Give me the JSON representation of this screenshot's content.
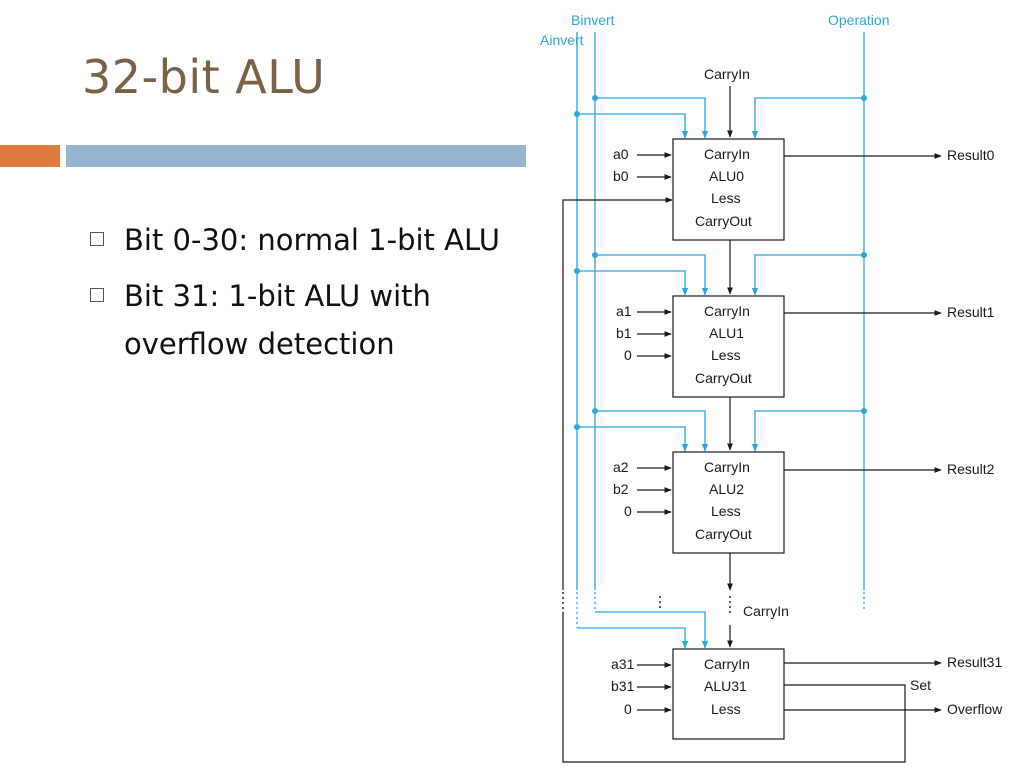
{
  "slide": {
    "title": "32-bit ALU",
    "bullets": [
      "Bit 0-30: normal 1-bit ALU",
      "Bit 31: 1-bit ALU with overflow detection"
    ]
  },
  "diagram": {
    "control_labels": {
      "binvert": "Binvert",
      "ainvert": "Ainvert",
      "operation": "Operation",
      "carry_in_top": "CarryIn",
      "carry_in_31": "CarryIn"
    },
    "alus": [
      {
        "name": "ALU0",
        "inputs": [
          "a0",
          "b0"
        ],
        "lines": [
          "CarryIn",
          "ALU0",
          "Less",
          "CarryOut"
        ],
        "result": "Result0"
      },
      {
        "name": "ALU1",
        "inputs": [
          "a1",
          "b1",
          "0"
        ],
        "lines": [
          "CarryIn",
          "ALU1",
          "Less",
          "CarryOut"
        ],
        "result": "Result1"
      },
      {
        "name": "ALU2",
        "inputs": [
          "a2",
          "b2",
          "0"
        ],
        "lines": [
          "CarryIn",
          "ALU2",
          "Less",
          "CarryOut"
        ],
        "result": "Result2"
      },
      {
        "name": "ALU31",
        "inputs": [
          "a31",
          "b31",
          "0"
        ],
        "lines": [
          "CarryIn",
          "ALU31",
          "Less"
        ],
        "result": "Result31"
      }
    ],
    "set_label": "Set",
    "overflow_label": "Overflow"
  },
  "colors": {
    "title": "#7a6246",
    "accent_orange": "#e07c3e",
    "accent_blue": "#94b6d2",
    "control_line": "#2aa7dd",
    "wire": "#1a1a1a"
  }
}
